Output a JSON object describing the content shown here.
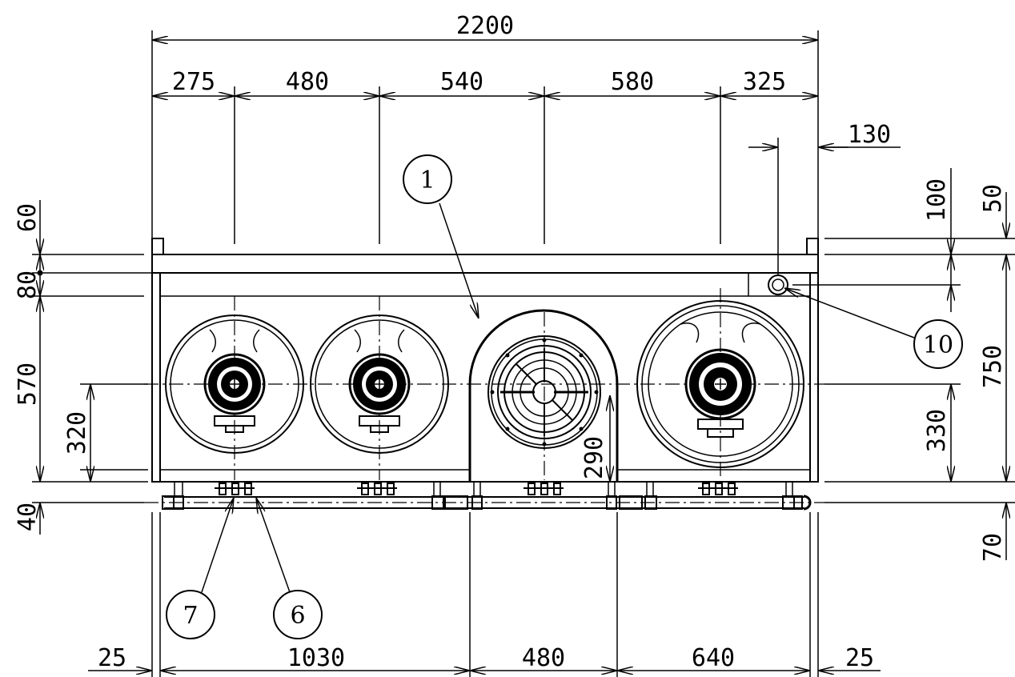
{
  "dimensions": {
    "overall_width": "2200",
    "top_275": "275",
    "top_480": "480",
    "top_540": "540",
    "top_580": "580",
    "top_325": "325",
    "right_130": "130",
    "left_60": "60",
    "left_80": "80",
    "left_570": "570",
    "left_320": "320",
    "left_40": "40",
    "right_100": "100",
    "right_50": "50",
    "right_750": "750",
    "right_330": "330",
    "right_70": "70",
    "center_290": "290",
    "bottom_25_left": "25",
    "bottom_1030": "1030",
    "bottom_480": "480",
    "bottom_640": "640",
    "bottom_25_right": "25"
  },
  "callouts": {
    "c1": "1",
    "c10": "10",
    "c7": "7",
    "c6": "6"
  }
}
